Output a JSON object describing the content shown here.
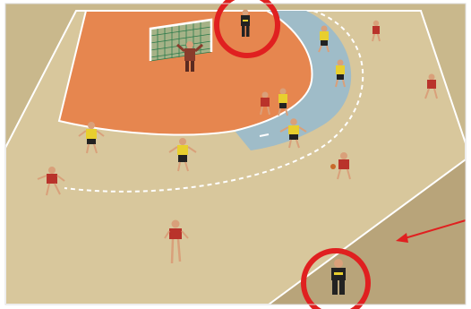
{
  "scene": {
    "court_color": "#d8c79c",
    "zone_orange": "#e6864f",
    "zone_blue": "#9fbcc8",
    "sky_color": "#8fb3d9",
    "team_yellow": "#e8cf2e",
    "team_red": "#b9332b",
    "referee_color": "#222222",
    "goalkeeper_color": "#8a3b2b",
    "marker_color": "#e02020",
    "markers": [
      "referee-circle-top",
      "referee-circle-bottom",
      "referee-pointer-arrow"
    ]
  }
}
